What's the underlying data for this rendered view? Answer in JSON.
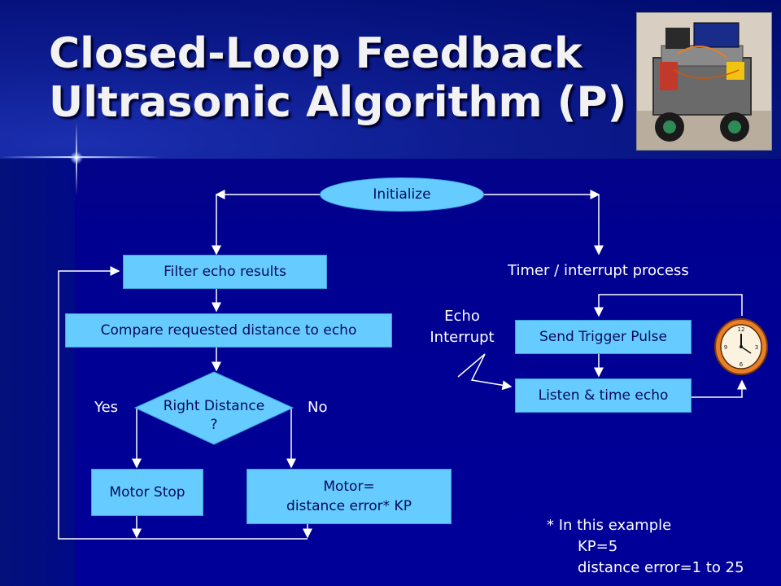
{
  "title": {
    "line1": "Closed-Loop Feedback",
    "line2": "Ultrasonic Algorithm (P)"
  },
  "flowchart": {
    "initialize": "Initialize",
    "filter": "Filter echo results",
    "compare": "Compare requested distance to echo",
    "decision_line1": "Right Distance",
    "decision_line2": "?",
    "yes": "Yes",
    "no": "No",
    "motor_stop": "Motor Stop",
    "motor_eq_line1": "Motor=",
    "motor_eq_line2": "distance error* KP",
    "timer_label": "Timer / interrupt process",
    "echo_label_line1": "Echo",
    "echo_label_line2": "Interrupt",
    "send_trigger": "Send Trigger Pulse",
    "listen": "Listen & time echo"
  },
  "note": {
    "line1": "* In this example",
    "line2": "KP=5",
    "line3": "distance error=1 to 25"
  },
  "colors": {
    "node_fill": "#66ccff",
    "background": "#000099",
    "line": "#ffffff"
  },
  "icons": {
    "robot_photo": "robot-photo",
    "clock": "clock-icon"
  }
}
